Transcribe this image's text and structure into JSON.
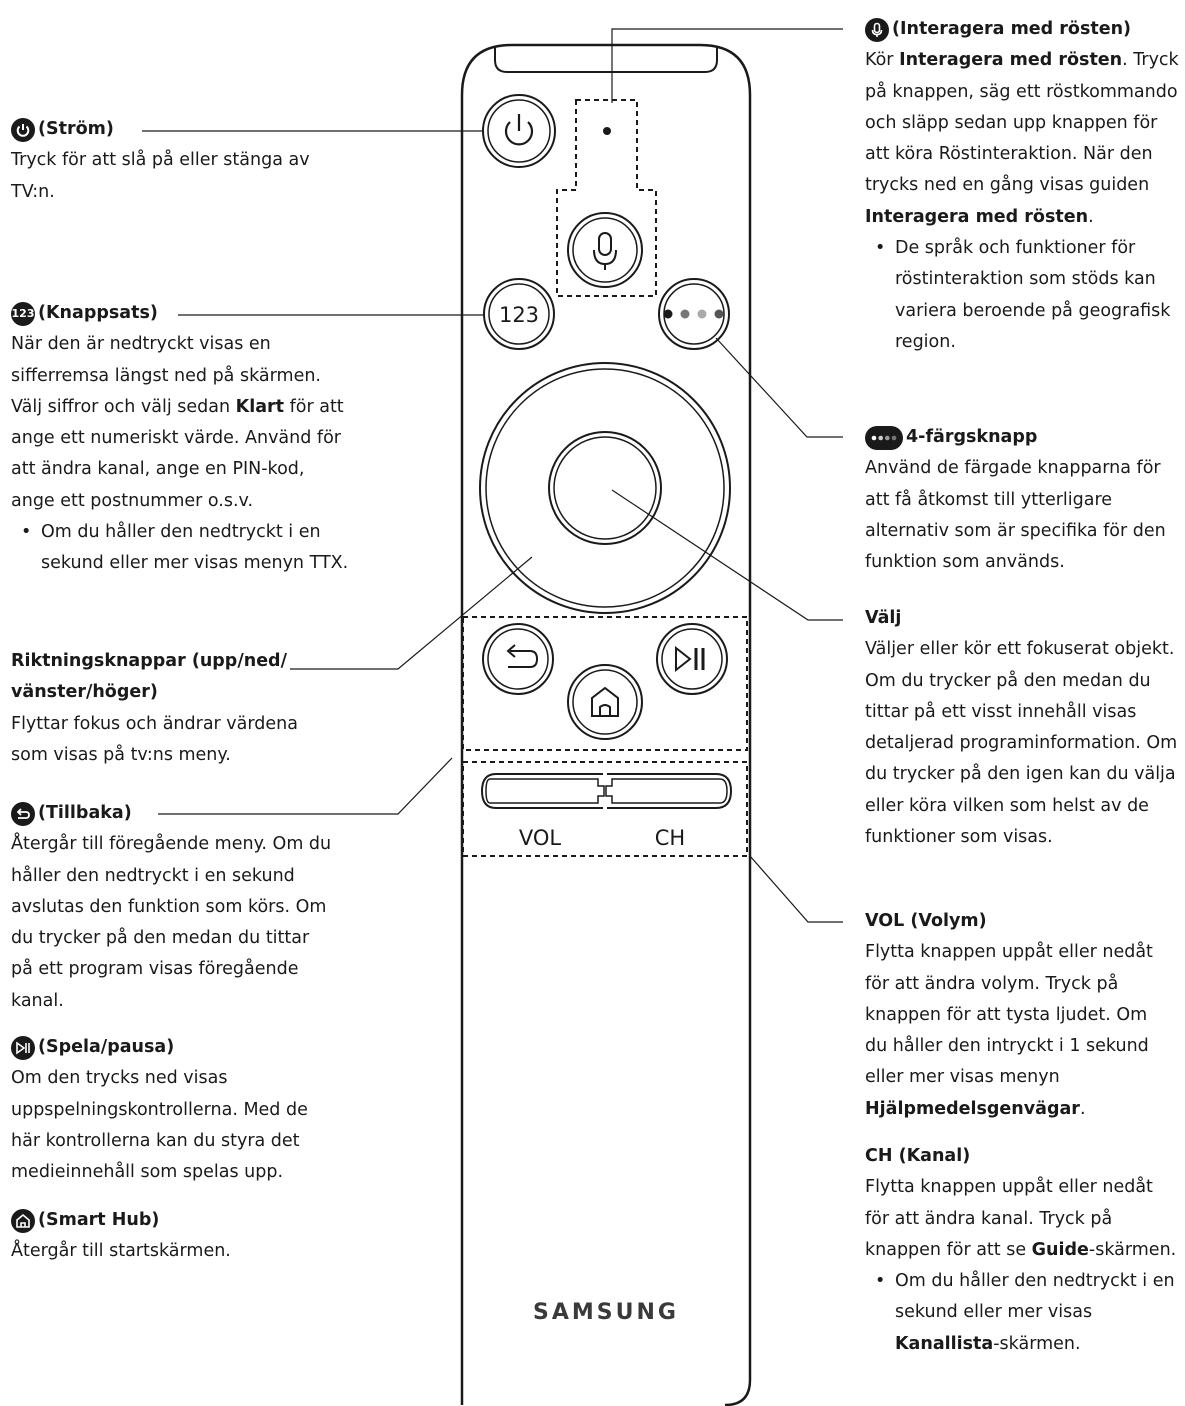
{
  "remote": {
    "key_123": "123",
    "vol_label": "VOL",
    "ch_label": "CH",
    "brand": "SAMSUNG"
  },
  "left": {
    "power": {
      "title": "(Ström)",
      "icon": "power-icon",
      "text": "Tryck för att slå på eller stänga av TV:n."
    },
    "keypad": {
      "title": "(Knappsats)",
      "icon": "keypad-123-icon",
      "text_1": "När den är nedtryckt visas en sifferremsa längst ned på skärmen. Välj siffror och välj sedan ",
      "text_bold": "Klart",
      "text_2": " för att ange ett numeriskt värde. Använd för att ändra kanal, ange en PIN-kod, ange ett postnummer o.s.v.",
      "bullet": "Om du håller den nedtryckt i en sekund eller mer visas menyn TTX."
    },
    "direction": {
      "title": "Riktningsknappar (upp/ned/ vänster/höger)",
      "text": "Flyttar fokus och ändrar värdena som visas på tv:ns meny."
    },
    "back": {
      "title": "(Tillbaka)",
      "icon": "back-arrow-icon",
      "text": "Återgår till föregående meny. Om du håller den nedtryckt i en sekund avslutas den funktion som körs. Om du trycker på den medan du tittar på ett program visas föregående kanal."
    },
    "playpause": {
      "title": "(Spela/pausa)",
      "icon": "play-pause-icon",
      "text": "Om den trycks ned visas uppspelningskontrollerna. Med de här kontrollerna kan du styra det medieinnehåll som spelas upp."
    },
    "smarthub": {
      "title": "(Smart Hub)",
      "icon": "home-icon",
      "text": "Återgår till startskärmen."
    }
  },
  "right": {
    "voice": {
      "title": "(Interagera med rösten)",
      "icon": "microphone-icon",
      "t1": "Kör ",
      "b1": "Interagera med rösten",
      "t2": ". Tryck på knappen, säg ett röstkommando och släpp sedan upp knappen för att köra Röstinteraktion. När den trycks ned en gång visas guiden ",
      "b2": "Interagera med rösten",
      "t3": ".",
      "bullet": "De språk och funktioner för röstinteraktion som stöds kan variera beroende på geografisk region."
    },
    "color": {
      "title": "4-färgsknapp",
      "icon": "four-color-dots-icon",
      "text": "Använd de färgade knapparna för att få åtkomst till ytterligare alternativ som är specifika för den funktion som används."
    },
    "select": {
      "title": "Välj",
      "text": "Väljer eller kör ett fokuserat objekt. Om du trycker på den medan du tittar på ett visst innehåll visas detaljerad programinformation. Om du trycker på den igen kan du välja eller köra vilken som helst av de funktioner som visas."
    },
    "vol": {
      "title": "VOL (Volym)",
      "t1": "Flytta knappen uppåt eller nedåt för att ändra volym. Tryck på knappen för att tysta ljudet. Om du håller den intryckt i 1 sekund eller mer visas menyn ",
      "b1": "Hjälpmedelsgenvägar",
      "t2": "."
    },
    "ch": {
      "title": "CH (Kanal)",
      "t1": "Flytta knappen uppåt eller nedåt för att ändra kanal. Tryck på knappen för att se ",
      "b1": "Guide",
      "t2": "-skärmen.",
      "bullet_1": "Om du håller den nedtryckt i en sekund eller mer visas ",
      "bullet_b": "Kanallista",
      "bullet_2": "-skärmen."
    }
  }
}
